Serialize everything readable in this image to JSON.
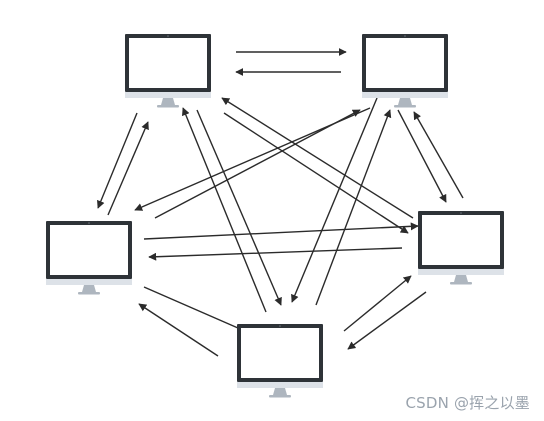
{
  "diagram": {
    "nodes": [
      {
        "id": "top-left",
        "icon": "monitor-icon"
      },
      {
        "id": "top-right",
        "icon": "monitor-icon"
      },
      {
        "id": "left",
        "icon": "monitor-icon"
      },
      {
        "id": "right",
        "icon": "monitor-icon"
      },
      {
        "id": "bottom",
        "icon": "monitor-icon"
      }
    ],
    "edges": [
      {
        "from": "top-left",
        "to": "top-right"
      },
      {
        "from": "top-right",
        "to": "top-left"
      },
      {
        "from": "top-left",
        "to": "left"
      },
      {
        "from": "left",
        "to": "top-left"
      },
      {
        "from": "top-left",
        "to": "bottom"
      },
      {
        "from": "bottom",
        "to": "top-left"
      },
      {
        "from": "top-left",
        "to": "right"
      },
      {
        "from": "right",
        "to": "top-left"
      },
      {
        "from": "top-right",
        "to": "right"
      },
      {
        "from": "right",
        "to": "top-right"
      },
      {
        "from": "top-right",
        "to": "left"
      },
      {
        "from": "left",
        "to": "top-right"
      },
      {
        "from": "top-right",
        "to": "bottom"
      },
      {
        "from": "bottom",
        "to": "top-right"
      },
      {
        "from": "left",
        "to": "right"
      },
      {
        "from": "right",
        "to": "left"
      },
      {
        "from": "left",
        "to": "bottom"
      },
      {
        "from": "bottom",
        "to": "left"
      },
      {
        "from": "bottom",
        "to": "right"
      },
      {
        "from": "right",
        "to": "bottom"
      }
    ],
    "colors": {
      "arrow": "#2b2b2b",
      "screen_bezel": "#2e3338",
      "screen": "#ffffff",
      "chin": "#dde2e8",
      "stand": "#aeb6bf"
    }
  },
  "watermark": {
    "text": "CSDN @挥之以墨"
  }
}
